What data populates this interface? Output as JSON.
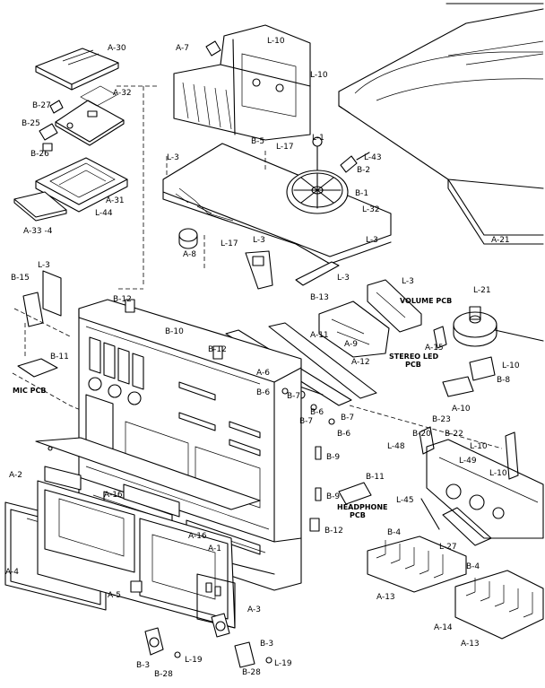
{
  "labels": {
    "a30": "A-30",
    "a32": "A-32",
    "b27": "B-27",
    "b25": "B-25",
    "b26": "B-26",
    "a31": "A-31",
    "l44": "L-44",
    "a33": "A-33 -4",
    "a7": "A-7",
    "l10a": "L-10",
    "l10b": "L-10",
    "b5": "B-5",
    "l17a": "L-17",
    "l1": "L-1",
    "l43": "L-43",
    "b2": "B-2",
    "b1": "B-1",
    "l3a": "L-3",
    "l32": "L-32",
    "a8": "A-8",
    "l17b": "L-17",
    "l3b": "L-3",
    "l3c": "L-3",
    "a21": "A-21",
    "b15": "B-15",
    "l3d": "L-3",
    "b12a": "B-12",
    "b13": "B-13",
    "l3e": "L-3",
    "volume_pcb": "VOLUME PCB",
    "l21": "L-21",
    "l3f": "L-3",
    "b10": "B-10",
    "a11": "A-11",
    "a9": "A-9",
    "a15": "A-15",
    "stereo_led_pcb": "STEREO LED\nPCB",
    "b11a": "B-11",
    "b12b": "B-12",
    "a6": "A-6",
    "a12": "A-12",
    "l10c": "L-10",
    "b8": "B-8",
    "mic_pcb": "MIC PCB",
    "b6a": "B-6",
    "b7a": "B-7",
    "b6b": "B-6",
    "b7b": "B-7",
    "b6c": "B-6",
    "a10": "A-10",
    "b23": "B-23",
    "b20": "B-20",
    "b22": "B-22",
    "l48": "L-48",
    "l10d": "L-10",
    "l49": "L-49",
    "b9a": "B-9",
    "a2": "A-2",
    "a16a": "A-16",
    "b11b": "B-11",
    "l10e": "L-10",
    "b9b": "B-9",
    "headphone_pcb": "HEADPHONE\nPCB",
    "l45": "L-45",
    "a16b": "A-16",
    "b12c": "B-12",
    "a1": "A-1",
    "b4a": "B-4",
    "l27": "L-27",
    "b4b": "B-4",
    "a4": "A-4",
    "a13a": "A-13",
    "a5": "A-5",
    "a3": "A-3",
    "b3a": "B-3",
    "b3b": "B-3",
    "a14": "A-14",
    "a13b": "A-13",
    "b28a": "B-28",
    "l19a": "L-19",
    "b28b": "B-28",
    "l19b": "L-19"
  }
}
